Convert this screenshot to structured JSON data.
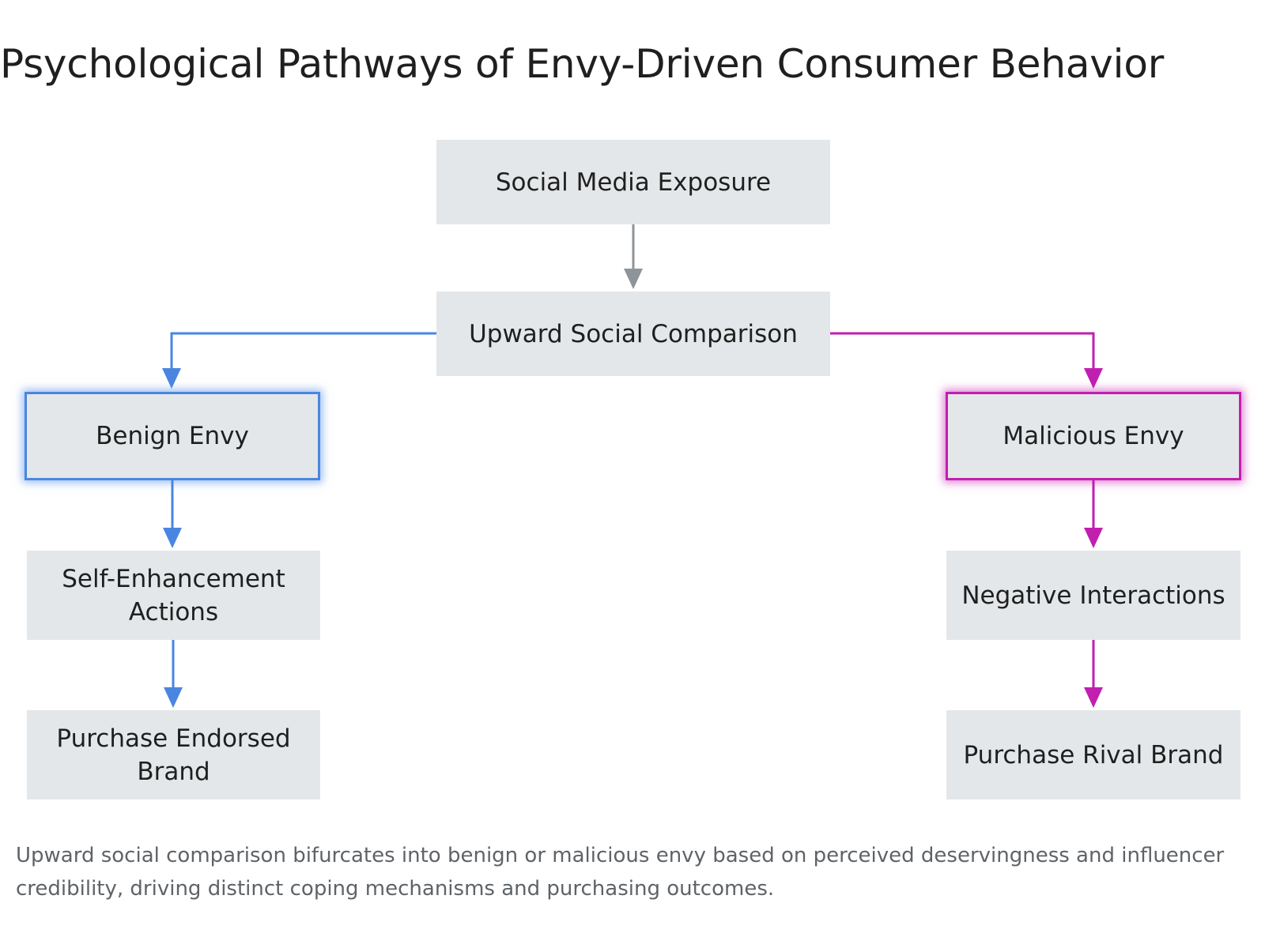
{
  "title": "Psychological Pathways of Envy-Driven Consumer Behavior",
  "nodes": {
    "social_media_exposure": "Social Media Exposure",
    "upward_social_comparison": "Upward Social Comparison",
    "benign_envy": "Benign Envy",
    "malicious_envy": "Malicious Envy",
    "self_enhancement_actions": "Self-Enhancement\nActions",
    "negative_interactions": "Negative Interactions",
    "purchase_endorsed_brand": "Purchase Endorsed\nBrand",
    "purchase_rival_brand": "Purchase Rival Brand"
  },
  "edges": [
    {
      "from": "social_media_exposure",
      "to": "upward_social_comparison",
      "branch": "neutral"
    },
    {
      "from": "upward_social_comparison",
      "to": "benign_envy",
      "branch": "benign"
    },
    {
      "from": "upward_social_comparison",
      "to": "malicious_envy",
      "branch": "malicious"
    },
    {
      "from": "benign_envy",
      "to": "self_enhancement_actions",
      "branch": "benign"
    },
    {
      "from": "self_enhancement_actions",
      "to": "purchase_endorsed_brand",
      "branch": "benign"
    },
    {
      "from": "malicious_envy",
      "to": "negative_interactions",
      "branch": "malicious"
    },
    {
      "from": "negative_interactions",
      "to": "purchase_rival_brand",
      "branch": "malicious"
    }
  ],
  "colors": {
    "neutral": "#8e9499",
    "benign": "#4a86e0",
    "malicious": "#c21eb0",
    "node_fill": "#e4e7e9"
  },
  "caption": "Upward social comparison bifurcates into benign or malicious envy based on perceived deservingness and influencer credibility, driving distinct coping mechanisms and purchasing outcomes."
}
